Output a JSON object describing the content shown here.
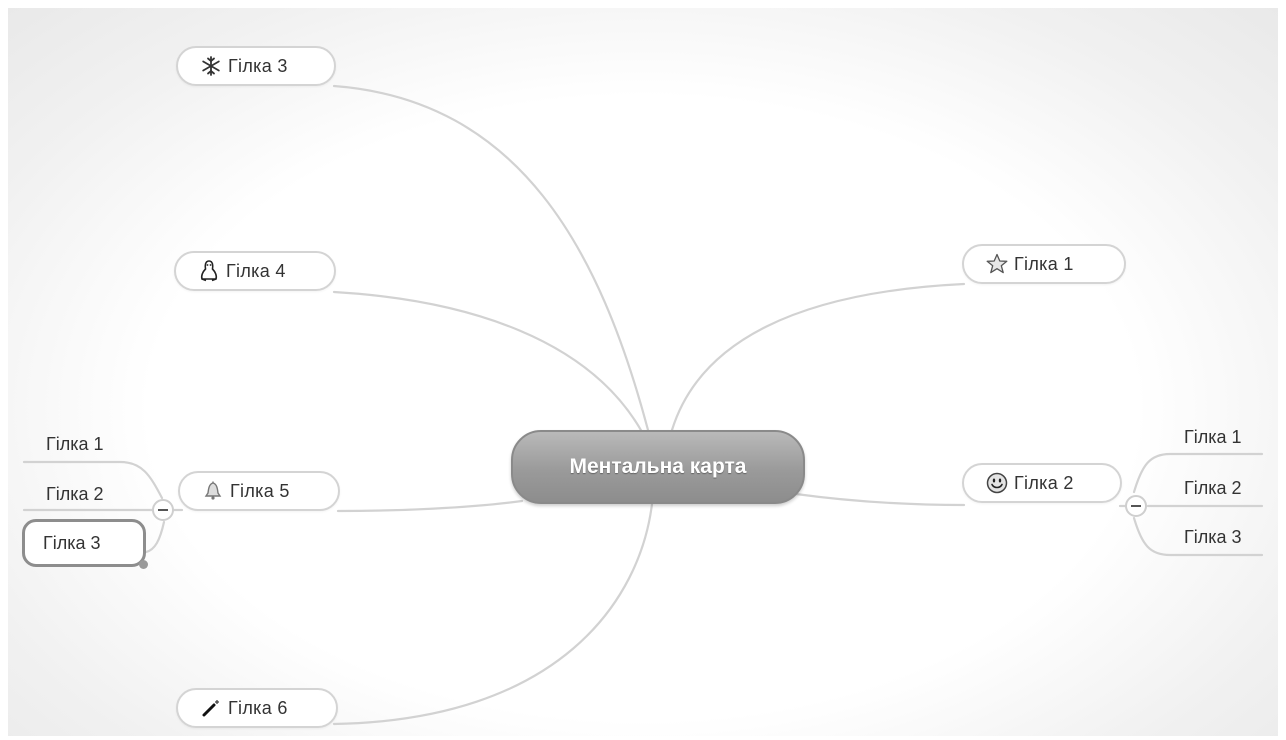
{
  "central": {
    "label": "Ментальна карта"
  },
  "topics": {
    "t1": {
      "label": "Гілка 1",
      "icon": "star-icon"
    },
    "t2": {
      "label": "Гілка 2",
      "icon": "smiley-icon"
    },
    "t3": {
      "label": "Гілка 3",
      "icon": "snowflake-icon"
    },
    "t4": {
      "label": "Гілка 4",
      "icon": "penguin-icon"
    },
    "t5": {
      "label": "Гілка 5",
      "icon": "bell-icon"
    },
    "t6": {
      "label": "Гілка 6",
      "icon": "magic-wand-icon"
    }
  },
  "subtopics_left": [
    "Гілка 1",
    "Гілка 2",
    "Гілка 3"
  ],
  "subtopics_right": [
    "Гілка 1",
    "Гілка 2",
    "Гілка 3"
  ],
  "colors": {
    "central_fill": "#9a9a9a",
    "line": "#cfcfcf",
    "selected_border": "#8d8d8d"
  }
}
